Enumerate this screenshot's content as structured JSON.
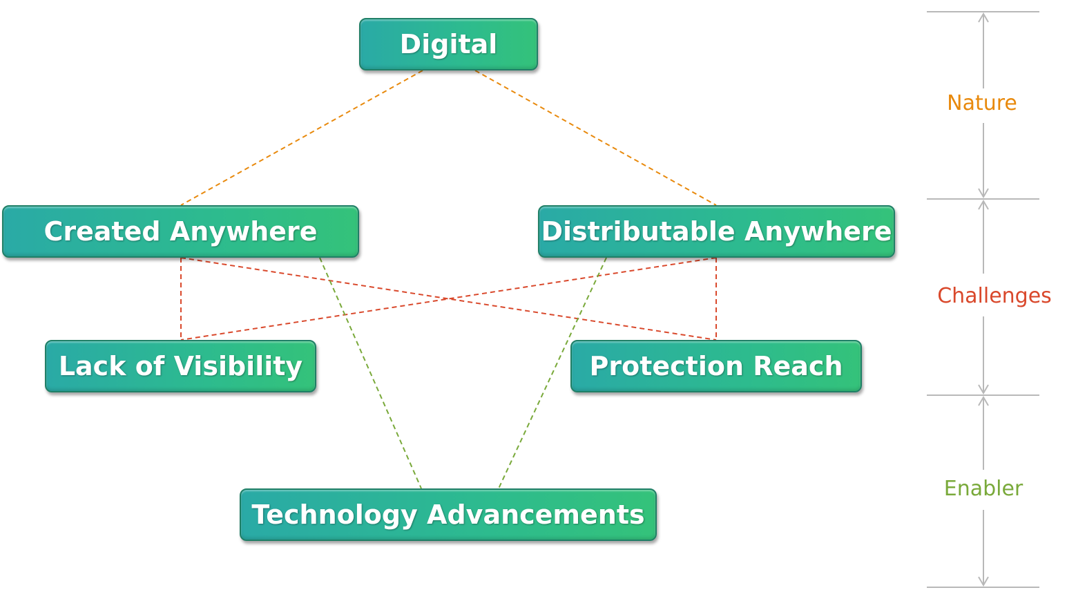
{
  "nodes": {
    "digital": "Digital",
    "created_anywhere": "Created Anywhere",
    "distributable_anywhere": "Distributable Anywhere",
    "lack_of_visibility": "Lack of Visibility",
    "protection_reach": "Protection Reach",
    "technology_advancements": "Technology Advancements"
  },
  "bands": [
    {
      "label": "Nature",
      "color": "#e8890c"
    },
    {
      "label": "Challenges",
      "color": "#d9482b"
    },
    {
      "label": "Enabler",
      "color": "#79a93a"
    }
  ],
  "connector_colors": {
    "nature": "#e8890c",
    "challenges": "#d9482b",
    "enabler": "#79a93a"
  },
  "node_colors": {
    "fill_start": "#2aaaa6",
    "fill_end": "#34c27a",
    "text": "#ffffff"
  }
}
